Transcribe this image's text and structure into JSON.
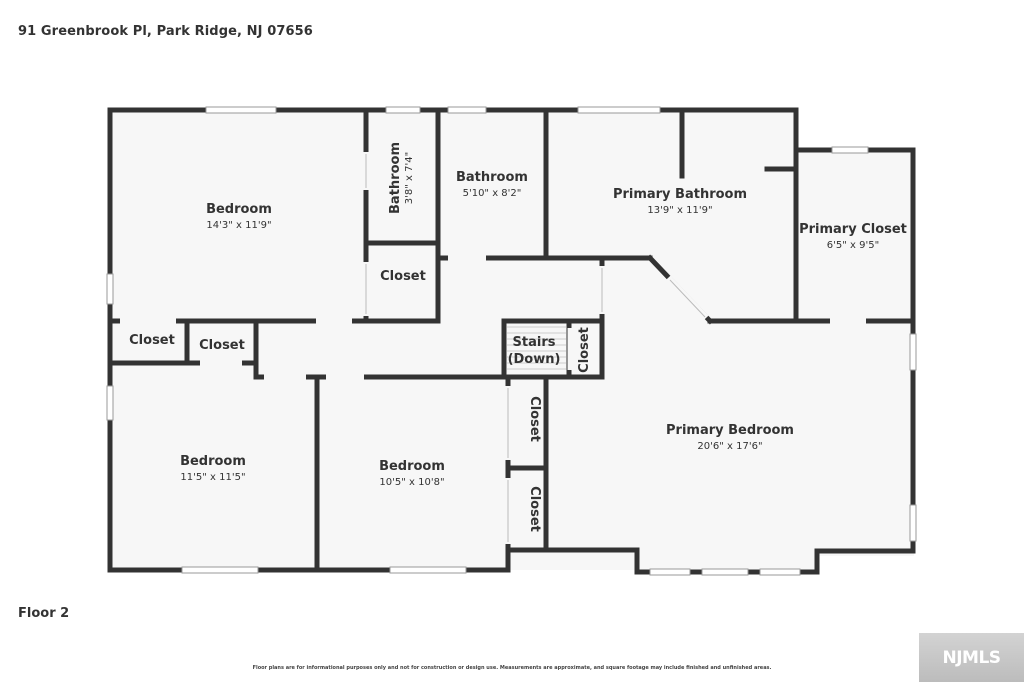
{
  "header": {
    "address": "91 Greenbrook Pl, Park Ridge, NJ 07656"
  },
  "floor": {
    "label": "Floor 2"
  },
  "footer": {
    "disclaimer": "Floor plans are for informational purposes only and not for construction or design use. Measurements are approximate, and square footage may include finished and unfinished areas.",
    "logo_text": "NJMLS"
  },
  "colors": {
    "wall": "#333333",
    "floor": "#f7f7f7",
    "window": "#cfcfcf"
  },
  "rooms": {
    "bedroom_nw": {
      "name": "Bedroom",
      "dims": "14'3\" x 11'9\""
    },
    "bathroom_small": {
      "name": "Bathroom",
      "dims": "3'8\" x 7'4\""
    },
    "bathroom": {
      "name": "Bathroom",
      "dims": "5'10\" x 8'2\""
    },
    "primary_bathroom": {
      "name": "Primary Bathroom",
      "dims": "13'9\" x 11'9\""
    },
    "primary_closet": {
      "name": "Primary Closet",
      "dims": "6'5\" x 9'5\""
    },
    "closet_hall": {
      "name": "Closet"
    },
    "closet_left": {
      "name": "Closet"
    },
    "closet_mid": {
      "name": "Closet"
    },
    "stairs": {
      "line1": "Stairs",
      "line2": "(Down)"
    },
    "closet_stairs": {
      "name": "Closet"
    },
    "closet_v1": {
      "name": "Closet"
    },
    "closet_v2": {
      "name": "Closet"
    },
    "bedroom_sw": {
      "name": "Bedroom",
      "dims": "11'5\" x 11'5\""
    },
    "bedroom_s": {
      "name": "Bedroom",
      "dims": "10'5\" x 10'8\""
    },
    "primary_bedroom": {
      "name": "Primary Bedroom",
      "dims": "20'6\" x 17'6\""
    }
  }
}
